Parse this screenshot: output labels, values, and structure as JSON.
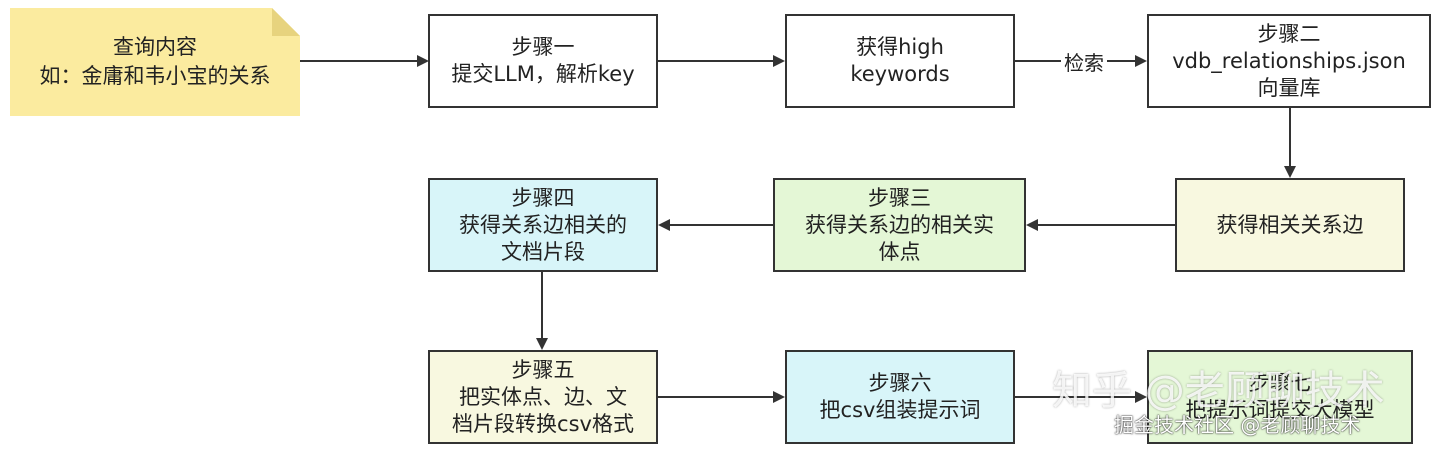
{
  "colors": {
    "note_fill": "#fbeb9f",
    "white_fill": "#ffffff",
    "blue_fill": "#d8f5f9",
    "green_fill": "#e4f7d6",
    "cream_fill": "#f8f8e0",
    "stroke": "#333333"
  },
  "note": {
    "line1": "查询内容",
    "line2": "如：金庸和韦小宝的关系"
  },
  "nodes": {
    "step1": {
      "line1": "步骤一",
      "line2": "提交LLM，解析key"
    },
    "high": {
      "line1": "获得high",
      "line2": "keywords"
    },
    "step2": {
      "line1": "步骤二",
      "line2": "vdb_relationships.json",
      "line3": "向量库"
    },
    "relations": {
      "line1": "获得相关关系边"
    },
    "step3": {
      "line1": "步骤三",
      "line2": "获得关系边的相关实",
      "line3": "体点"
    },
    "step4": {
      "line1": "步骤四",
      "line2": "获得关系边相关的",
      "line3": "文档片段"
    },
    "step5": {
      "line1": "步骤五",
      "line2": "把实体点、边、文",
      "line3": "档片段转换csv格式"
    },
    "step6": {
      "line1": "步骤六",
      "line2": "把csv组装提示词"
    },
    "step7": {
      "line1": "步骤七",
      "line2": "把提示词提交大模型"
    }
  },
  "edge_labels": {
    "search": "检索"
  },
  "watermark": {
    "large": "知乎 @老顾聊技术",
    "small": "掘金技术社区 @老顾聊技术"
  }
}
